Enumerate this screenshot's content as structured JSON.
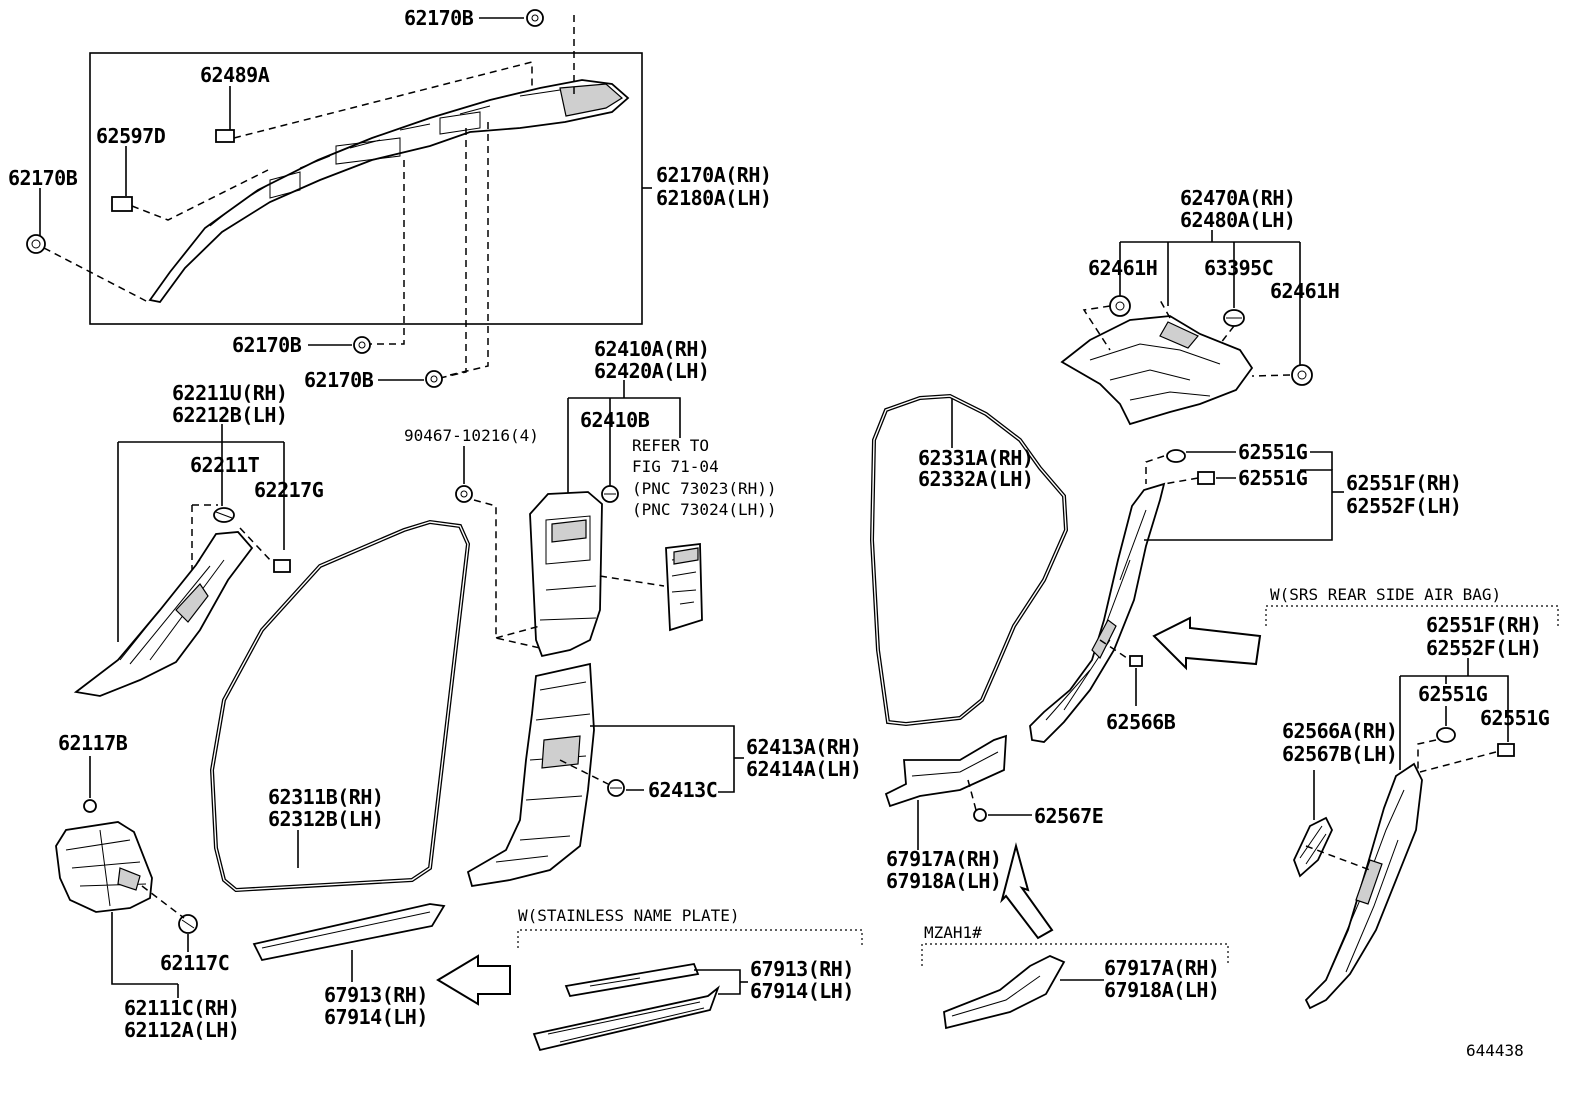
{
  "labels": {
    "p62170B_top": "62170B",
    "p62489A": "62489A",
    "p62597D": "62597D",
    "p62170B_left": "62170B",
    "p62170A_rh": "62170A(RH)",
    "p62180A_lh": "62180A(LH)",
    "p62170B_mid": "62170B",
    "p62170B_low": "62170B",
    "p62211U_rh": "62211U(RH)",
    "p62212B_lh": "62212B(LH)",
    "p62211T": "62211T",
    "p62217G": "62217G",
    "p90467": "90467-10216(4)",
    "p62410A_rh": "62410A(RH)",
    "p62420A_lh": "62420A(LH)",
    "p62410B": "62410B",
    "refer_to": "REFER TO",
    "fig": "FIG 71-04",
    "pnc_rh": "(PNC 73023(RH))",
    "pnc_lh": "(PNC 73024(LH))",
    "p62413A_rh": "62413A(RH)",
    "p62414A_lh": "62414A(LH)",
    "p62413C": "62413C",
    "p62311B_rh": "62311B(RH)",
    "p62312B_lh": "62312B(LH)",
    "p62117B": "62117B",
    "p62117C": "62117C",
    "p62111C_rh": "62111C(RH)",
    "p62112A_lh": "62112A(LH)",
    "p67913_rh_a": "67913(RH)",
    "p67914_lh_a": "67914(LH)",
    "w_stainless": "W(STAINLESS NAME PLATE)",
    "p67913_rh_b": "67913(RH)",
    "p67914_lh_b": "67914(LH)",
    "p62470A_rh": "62470A(RH)",
    "p62480A_lh": "62480A(LH)",
    "p62461H_a": "62461H",
    "p63395C": "63395C",
    "p62461H_b": "62461H",
    "p62331A_rh": "62331A(RH)",
    "p62332A_lh": "62332A(LH)",
    "p62551G_a": "62551G",
    "p62551G_b": "62551G",
    "p62551F_rh_a": "62551F(RH)",
    "p62552F_lh_a": "62552F(LH)",
    "w_srs": "W(SRS REAR SIDE AIR BAG)",
    "p62551F_rh_b": "62551F(RH)",
    "p62552F_lh_b": "62552F(LH)",
    "p62551G_c": "62551G",
    "p62551G_d": "62551G",
    "p62566A_rh": "62566A(RH)",
    "p62567B_lh": "62567B(LH)",
    "p62566B": "62566B",
    "p62567E": "62567E",
    "p67917A_rh_a": "67917A(RH)",
    "p67918A_lh_a": "67918A(LH)",
    "mzah": "MZAH1#",
    "p67917A_rh_b": "67917A(RH)",
    "p67918A_lh_b": "67918A(LH)",
    "diagram_number": "644438"
  }
}
